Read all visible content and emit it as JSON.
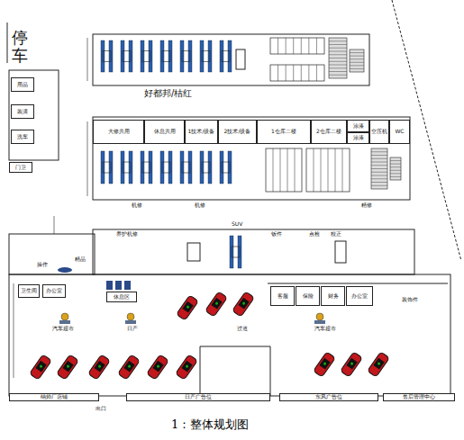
{
  "diagram": {
    "title": "好都邦/桔红",
    "caption": "1：整体规划图",
    "nodes": [
      {
        "text": [
          "用品"
        ]
      },
      {
        "text": [
          "装潢"
        ]
      },
      {
        "text": [
          "洗车"
        ]
      },
      {
        "text": [
          "门卫"
        ]
      },
      {
        "text": [
          "大修共用"
        ]
      },
      {
        "text": [
          "休息共用"
        ]
      },
      {
        "text": [
          "1技术/设备"
        ]
      },
      {
        "text": [
          "2技术/设备"
        ]
      },
      {
        "text": [
          "1仓库二楼"
        ]
      },
      {
        "text": [
          "2仓库二楼"
        ]
      },
      {
        "text": [
          "涂漆"
        ]
      },
      {
        "text": [
          "涂漆"
        ]
      },
      {
        "text": [
          "空压机"
        ]
      },
      {
        "text": [
          "WC"
        ]
      },
      {
        "text": [
          "卫生间"
        ]
      },
      {
        "text": [
          "办公室"
        ]
      },
      {
        "text": [
          "休息区"
        ]
      },
      {
        "text": [
          "客服"
        ]
      },
      {
        "text": [
          "保险"
        ]
      },
      {
        "text": [
          "财务"
        ]
      },
      {
        "text": [
          "办公室"
        ]
      },
      {
        "text": [
          "纳帅厂店铺"
        ]
      },
      {
        "text": [
          "日产广告位"
        ]
      },
      {
        "text": [
          "东风广告位"
        ]
      },
      {
        "text": [
          "售后管理中心"
        ]
      }
    ],
    "labels": [
      "停车",
      "机修",
      "机修",
      "精修",
      "养护机修",
      "SUV",
      "钣件",
      "点检",
      "校正",
      "精品",
      "操作",
      "汽车超市",
      "日产",
      "过道",
      "汽车超市",
      "装饰件",
      "出口"
    ]
  }
}
